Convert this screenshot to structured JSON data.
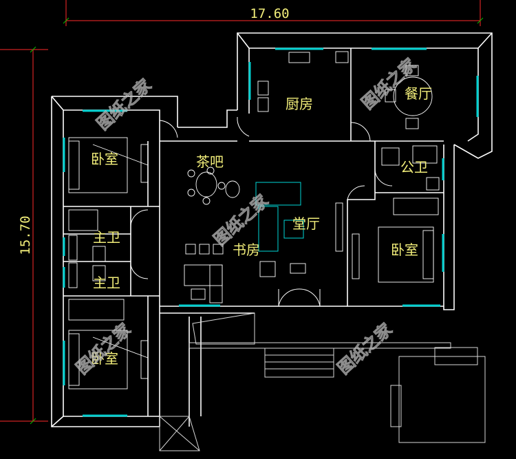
{
  "dimensions": {
    "width": "17.60",
    "height": "15.70"
  },
  "rooms": {
    "bedroom_top_left": "卧室",
    "bedroom_bottom_left": "卧室",
    "master_bath_upper": "主卫",
    "master_bath_lower": "主卫",
    "tea_bar": "茶吧",
    "study": "书房",
    "living_room": "堂厅",
    "kitchen": "厨房",
    "dining": "餐厅",
    "public_bath": "公卫",
    "bedroom_right": "卧室"
  },
  "watermark": "图纸之家",
  "colors": {
    "background": "#000000",
    "walls": "#ffffff",
    "windows": "#00d0d0",
    "dimension_lines": "#ff2a2a",
    "labels": "#f2ee7a"
  }
}
